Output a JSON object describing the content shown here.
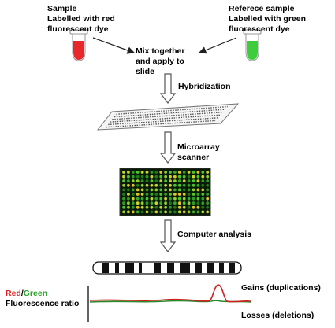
{
  "labels": {
    "sample_line1": "Sample",
    "sample_line2": "Labelled with red",
    "sample_line3": "fluorescent dye",
    "ref_line1": "Referece sample",
    "ref_line2": "Labelled with green",
    "ref_line3": "fluorescent dye",
    "mix_line1": "Mix together",
    "mix_line2": "and apply to",
    "mix_line3": "slide",
    "hybridization": "Hybridization",
    "scanner_line1": "Microarray",
    "scanner_line2": "scanner",
    "computer_analysis": "Computer analysis",
    "gains": "Gains (duplications)",
    "losses": "Losses (deletions)",
    "ratio_red": "Red",
    "ratio_slash": "/",
    "ratio_green": "Green",
    "ratio_label": "Fluorescence ratio"
  },
  "colors": {
    "red_dye": "#e8282a",
    "green_dye": "#3ccc3c",
    "array_bg": "#0a1a08",
    "trace_red": "#cc2222",
    "trace_green": "#2a8a2a"
  }
}
